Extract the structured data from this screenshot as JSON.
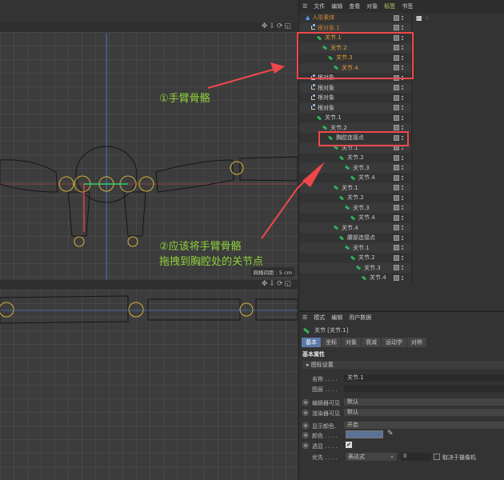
{
  "viewport_top": {
    "icons": [
      "move-icon",
      "pan-icon",
      "rotate-icon",
      "maximize-icon"
    ],
    "grid_label": "网格间距 : 5 cm"
  },
  "viewport_bottom": {
    "icons": [
      "move-icon",
      "pan-icon",
      "rotate-icon",
      "maximize-icon"
    ]
  },
  "object_manager": {
    "menu": [
      "文件",
      "编辑",
      "查看",
      "对象",
      "标签",
      "书签"
    ],
    "rows": [
      {
        "label": "人形素体",
        "level": 0,
        "type": "figure",
        "color": "#d98a3c"
      },
      {
        "label": "根对象.1",
        "level": 1,
        "type": "root",
        "color": "#c07a30"
      },
      {
        "label": "关节.1",
        "level": 2,
        "type": "joint",
        "color": "#e0a030"
      },
      {
        "label": "关节.2",
        "level": 3,
        "type": "joint",
        "color": "#e0a030"
      },
      {
        "label": "关节.3",
        "level": 4,
        "type": "joint",
        "color": "#e0a030"
      },
      {
        "label": "关节.4",
        "level": 5,
        "type": "joint",
        "color": "#e0a030"
      },
      {
        "label": "根对象",
        "level": 1,
        "type": "root"
      },
      {
        "label": "根对象",
        "level": 1,
        "type": "root"
      },
      {
        "label": "根对象",
        "level": 1,
        "type": "root"
      },
      {
        "label": "根对象",
        "level": 1,
        "type": "root"
      },
      {
        "label": "关节.1",
        "level": 2,
        "type": "joint"
      },
      {
        "label": "关节.2",
        "level": 3,
        "type": "joint"
      },
      {
        "label": "胸腔连接点",
        "level": 4,
        "type": "joint"
      },
      {
        "label": "关节.1",
        "level": 5,
        "type": "joint"
      },
      {
        "label": "关节.2",
        "level": 6,
        "type": "joint"
      },
      {
        "label": "关节.3",
        "level": 7,
        "type": "joint"
      },
      {
        "label": "关节.4",
        "level": 8,
        "type": "joint"
      },
      {
        "label": "关节.1",
        "level": 5,
        "type": "joint"
      },
      {
        "label": "关节.2",
        "level": 6,
        "type": "joint"
      },
      {
        "label": "关节.3",
        "level": 7,
        "type": "joint"
      },
      {
        "label": "关节.4",
        "level": 8,
        "type": "joint"
      },
      {
        "label": "关节.4",
        "level": 5,
        "type": "joint"
      },
      {
        "label": "腰部连接点",
        "level": 6,
        "type": "joint"
      },
      {
        "label": "关节.1",
        "level": 7,
        "type": "joint"
      },
      {
        "label": "关节.2",
        "level": 8,
        "type": "joint"
      },
      {
        "label": "关节.3",
        "level": 9,
        "type": "joint"
      },
      {
        "label": "关节.4",
        "level": 10,
        "type": "joint"
      }
    ]
  },
  "attributes": {
    "menu": [
      "模式",
      "编辑",
      "用户数据"
    ],
    "object_title": "关节 [关节.1]",
    "tabs": [
      "基本",
      "坐标",
      "对象",
      "衰减",
      "运动学",
      "对称"
    ],
    "active_tab": "基本",
    "section": "基本属性",
    "subsection": "图标设置",
    "fields": {
      "name_label": "名称 . . . .",
      "name_value": "关节.1",
      "layer_label": "图层 . . . .",
      "layer_value": "",
      "editor_vis_label": "编辑器可见",
      "editor_vis_value": "默认",
      "render_vis_label": "渲染器可见",
      "render_vis_value": "默认",
      "display_color_label": "显示颜色.",
      "display_color_value": "开启",
      "color_label": "颜色 . . . .",
      "color_value": "#5b7196",
      "xray_label": "透显 . . . .",
      "xray_checked": true,
      "priority_label": "优先 . . . .",
      "priority_mode": "表达式",
      "priority_value": "0",
      "camera_label": "取决于摄像机",
      "camera_checked": false
    }
  },
  "annotations": {
    "note1": "①手臂骨骼",
    "note2_line1": "②应该将手臂骨骼",
    "note2_line2": "拖拽到胸腔处的关节点",
    "highlight_color": "#f0484a",
    "text_color": "#8fd13a"
  }
}
